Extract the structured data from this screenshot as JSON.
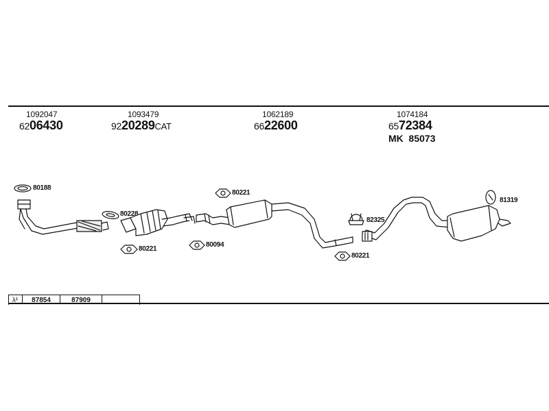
{
  "header": [
    {
      "small": "1092047",
      "prefix": "62",
      "big": "06430",
      "suffix": ""
    },
    {
      "small": "1093479",
      "prefix": "92",
      "big": "20289",
      "suffix": "CAT"
    },
    {
      "small": "1062189",
      "prefix": "66",
      "big": "22600",
      "suffix": ""
    },
    {
      "small": "1074184",
      "prefix": "65",
      "big": "72384",
      "suffix": "",
      "extra": "MK  85073"
    }
  ],
  "parts": {
    "c80188": "80188",
    "c80228": "80228",
    "c80221a": "80221",
    "c80094": "80094",
    "c80221b": "80221",
    "c82325": "82325",
    "c80221c": "80221",
    "c81319": "81319"
  },
  "table": {
    "symbol": "λ¹",
    "cells": [
      "87854",
      "87909",
      ""
    ]
  }
}
